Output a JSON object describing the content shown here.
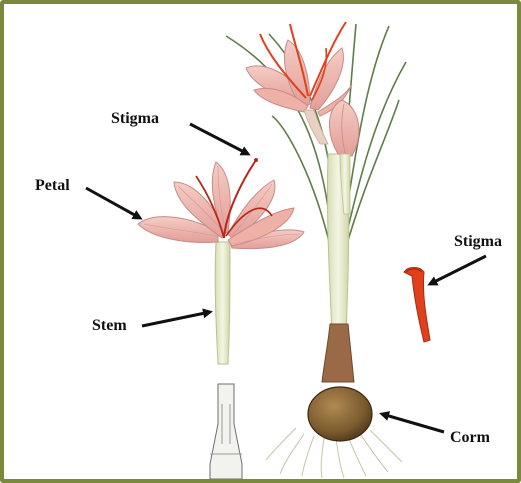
{
  "labels": {
    "stigma_left": "Stigma",
    "petal": "Petal",
    "stem": "Stem",
    "stigma_right": "Stigma",
    "corm": "Corm"
  },
  "colors": {
    "border": "#7a8a3a",
    "petal": "#e9a59b",
    "petal_dark": "#c97a86",
    "stigma": "#e0411c",
    "stem": "#e6ecc8",
    "leaf": "#6f8f58",
    "corm": "#8a6a3c",
    "arrow": "#111111"
  }
}
